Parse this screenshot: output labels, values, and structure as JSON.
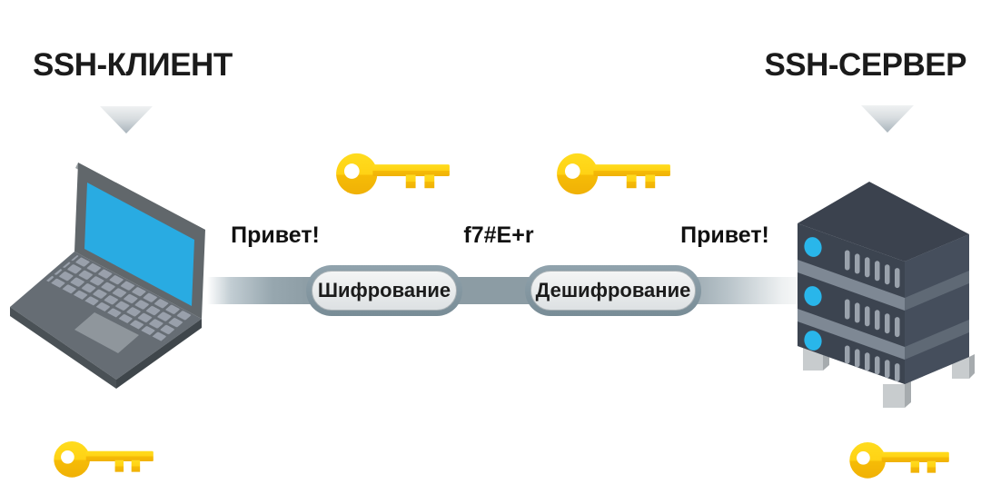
{
  "client": {
    "title": "SSH-КЛИЕНТ",
    "message": "Привет!",
    "device": "laptop-icon"
  },
  "server": {
    "title": "SSH-СЕРВЕР",
    "message": "Привет!",
    "device": "server-icon"
  },
  "channel": {
    "ciphertext": "f7#E+r",
    "encrypt_label": "Шифрование",
    "decrypt_label": "Дешифрование"
  },
  "icons": {
    "key": "key-icon",
    "pointer_client": "triangle-down-icon",
    "pointer_server": "triangle-down-icon"
  },
  "colors": {
    "key_gold": "#FFD214",
    "key_gold_shadow": "#F2B706",
    "screen_cyan": "#29ABE2",
    "led_cyan": "#29B6EA",
    "pipe_gray_blue": "#8C9CA4",
    "pill_ring": "#7F929B",
    "pill_fill": "#EFF0F0",
    "server_body_dark": "#3C4450",
    "laptop_gray": "#61676B",
    "text_black": "#1B1B1B",
    "background": "#FFFFFF"
  }
}
